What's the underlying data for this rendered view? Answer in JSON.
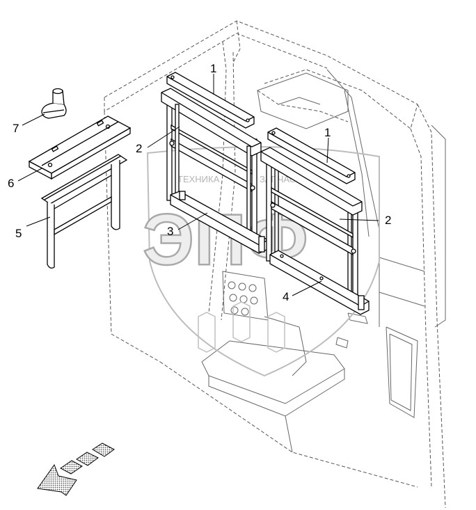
{
  "callouts": [
    {
      "id": "c1a",
      "label": "1"
    },
    {
      "id": "c1b",
      "label": "1"
    },
    {
      "id": "c2a",
      "label": "2"
    },
    {
      "id": "c2b",
      "label": "2"
    },
    {
      "id": "c3",
      "label": "3"
    },
    {
      "id": "c4",
      "label": "4"
    },
    {
      "id": "c5",
      "label": "5"
    },
    {
      "id": "c6",
      "label": "6"
    },
    {
      "id": "c7",
      "label": "7"
    }
  ],
  "watermark": {
    "text_left": "ТЕХНИКА",
    "text_right": "ЗАПЧАСТИ",
    "logo_letters": "ЭПФ"
  },
  "colors": {
    "line": "#000000",
    "cab_outline": "#555555",
    "watermark": "#a9a9a9",
    "arrow_fill": "#9a9a9a"
  },
  "icons": [
    "direction-arrow-icon"
  ]
}
